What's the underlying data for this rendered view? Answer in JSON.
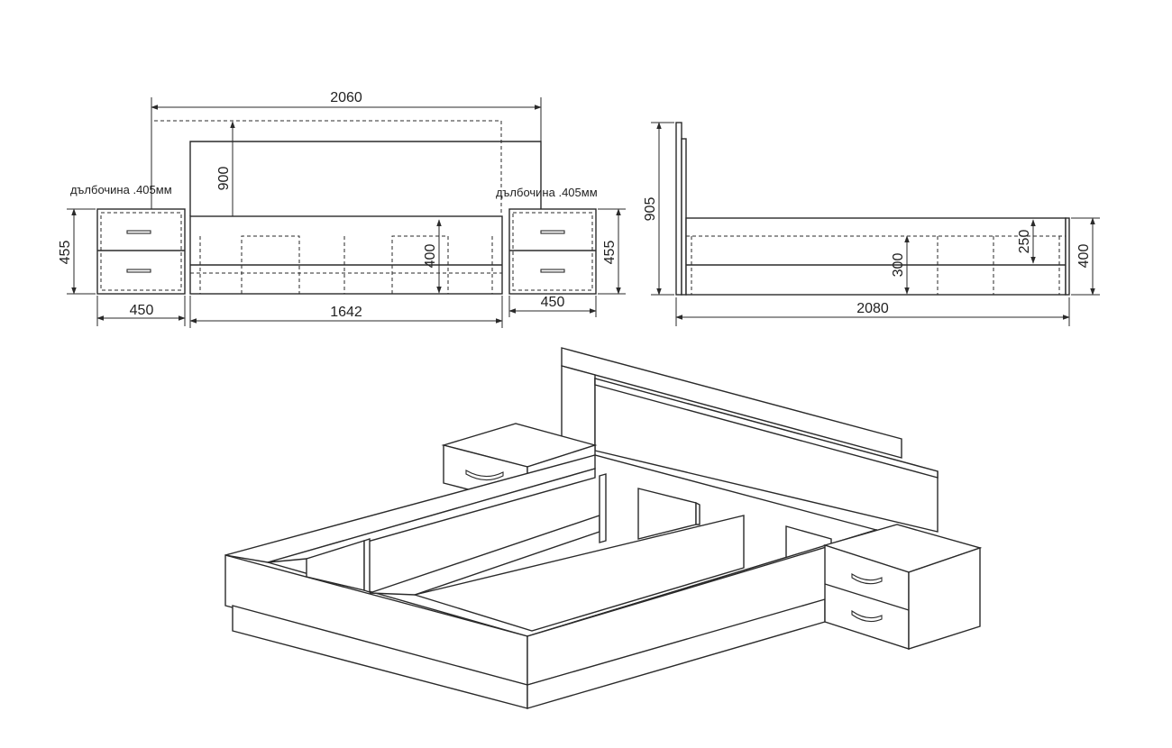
{
  "front_view": {
    "overall_width": "2060",
    "headboard_height": "900",
    "bed_width": "1642",
    "frame_height": "400",
    "left_nightstand": {
      "depth_note": "дълбочина .405мм",
      "height": "455",
      "width": "450"
    },
    "right_nightstand": {
      "depth_note": "дълбочина .405мм",
      "height": "455",
      "width": "450"
    }
  },
  "side_view": {
    "total_height": "905",
    "bed_length": "2080",
    "base_height": "300",
    "mattress_height": "250",
    "frame_height": "400"
  },
  "colors": {
    "line": "#2a2a2a",
    "text": "#222222",
    "background": "#ffffff"
  }
}
